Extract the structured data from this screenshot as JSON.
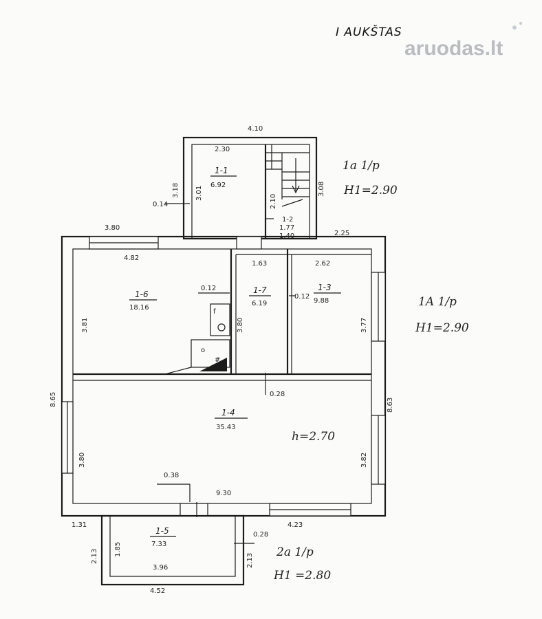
{
  "title": "I AUKŠTAS",
  "watermark": "aruodas.lt",
  "rooms": [
    {
      "id": "1-1",
      "area": "6.92"
    },
    {
      "id": "1-2",
      "area": "1.77"
    },
    {
      "id": "1-3",
      "area": "9.88"
    },
    {
      "id": "1-4",
      "area": "35.43"
    },
    {
      "id": "1-5",
      "area": "7.33"
    },
    {
      "id": "1-6",
      "area": "18.16"
    },
    {
      "id": "1-7",
      "area": "6.19"
    }
  ],
  "room_1_2_extra": "1.40",
  "dimensions": {
    "d410": "4.10",
    "d230": "2.30",
    "d318": "3.18",
    "d301": "3.01",
    "d014": "0.14",
    "d210": "2.10",
    "d308": "3.08",
    "d380": "3.80",
    "d225": "2.25",
    "d482": "4.82",
    "d163": "1.63",
    "d262": "2.62",
    "d012a": "0.12",
    "d012b": "0.12",
    "d381": "3.81",
    "d380b": "3.80",
    "d377": "3.77",
    "d028": "0.28",
    "d865": "8.65",
    "d863": "8.63",
    "d380c": "3.80",
    "d382": "3.82",
    "d038": "0.38",
    "d930": "9.30",
    "d131": "1.31",
    "d423": "4.23",
    "d213a": "2.13",
    "d185": "1.85",
    "d028b": "0.28",
    "d213b": "2.13",
    "d396": "3.96",
    "d452": "4.52"
  },
  "annotations": {
    "a1": "1a 1/p",
    "h1": "H1=2.90",
    "a2": "1A 1/p",
    "h2": "H1=2.90",
    "h3": "h=2.70",
    "a3": "2a 1/p",
    "h4": "H1 =2.80"
  },
  "colors": {
    "ink": "#1b1b1b",
    "paper": "#fbfbf9",
    "watermark": "#b9bcc0"
  }
}
